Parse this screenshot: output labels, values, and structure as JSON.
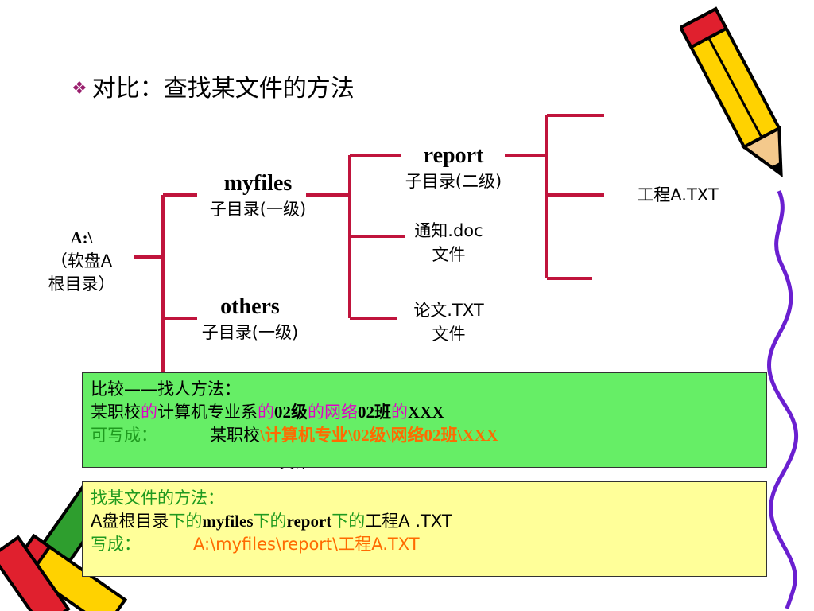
{
  "title": {
    "bullet": "❖",
    "text": "对比：查找某文件的方法"
  },
  "tree": {
    "root": {
      "line1": "A:\\",
      "line2": "（软盘A",
      "line3": "根目录）"
    },
    "myfiles": {
      "name": "myfiles",
      "sub": "子目录(一级)"
    },
    "others": {
      "name": "others",
      "sub": "子目录(一级)"
    },
    "report": {
      "name": "report",
      "sub": "子目录(二级)"
    },
    "notice": {
      "line1": "通知.doc",
      "line2": "文件"
    },
    "thesis": {
      "line1": "论文.TXT",
      "line2": "文件"
    },
    "project": {
      "text": "工程A.TXT"
    },
    "hidden_fragment": "文件"
  },
  "box1": {
    "line1": "比较——找人方法：",
    "line2": [
      "某职校",
      "的",
      "计算机专业系",
      "的",
      "02级",
      "的网络",
      "02班",
      "的",
      "XXX"
    ],
    "line3_label": "可写成：",
    "line3_prefix": "某职校",
    "line3_path": "\\计算机专业\\02级\\网络02班\\XXX",
    "bg": "#66ee66"
  },
  "box2": {
    "line1": "找某文件的方法：",
    "line2": [
      "A盘根目录",
      "下的",
      "myfiles",
      "下的",
      "report",
      "下的",
      "工程A .TXT"
    ],
    "line3_label": "写成：",
    "line3_path": "A:\\myfiles\\report\\工程A.TXT",
    "bg": "#ffff99"
  },
  "colors": {
    "tree_line": "#c0143c",
    "bullet": "#9a1f6e",
    "highlight_magenta": "#e000c8",
    "highlight_green": "#1f9a1f",
    "highlight_orange": "#ff6a00"
  }
}
